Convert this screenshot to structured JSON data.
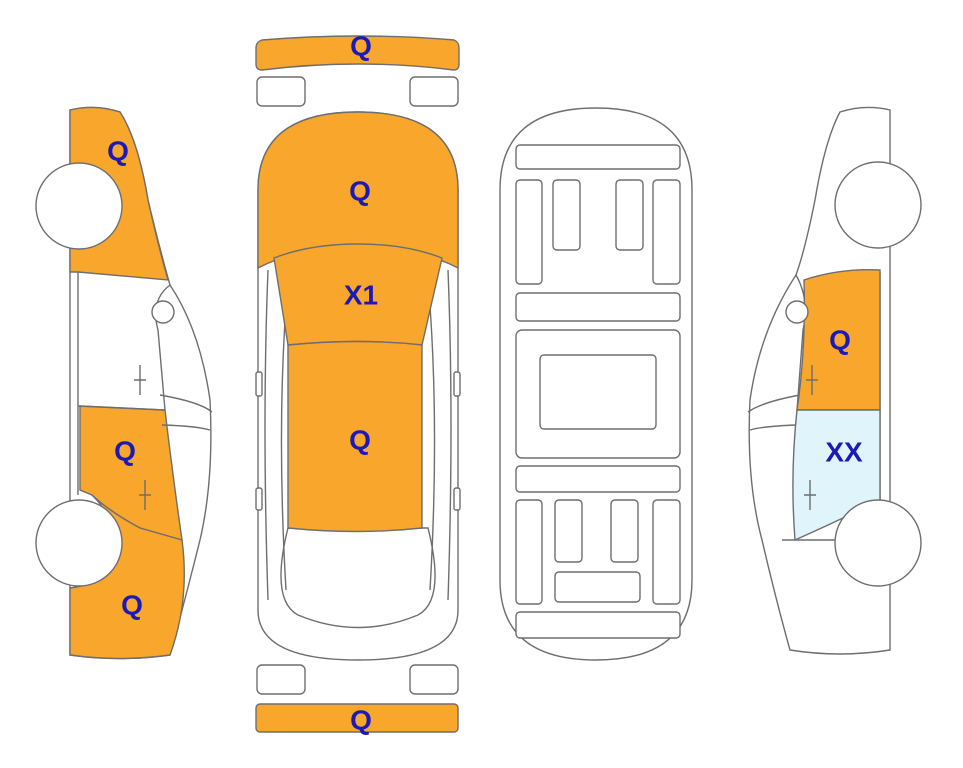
{
  "colors": {
    "damaged": "#F9A62C",
    "alt_damage": "#E0F4FC",
    "label": "#1A1AB8",
    "outline": "#6E6E6E"
  },
  "labels": {
    "front_bumper": "Q",
    "hood": "Q",
    "windshield": "X1",
    "roof": "Q",
    "rear_bumper": "Q",
    "left_front_fender": "Q",
    "left_rear_door": "Q",
    "left_rear_quarter": "Q",
    "right_front_door": "Q",
    "right_front_door_glass": "XX"
  }
}
